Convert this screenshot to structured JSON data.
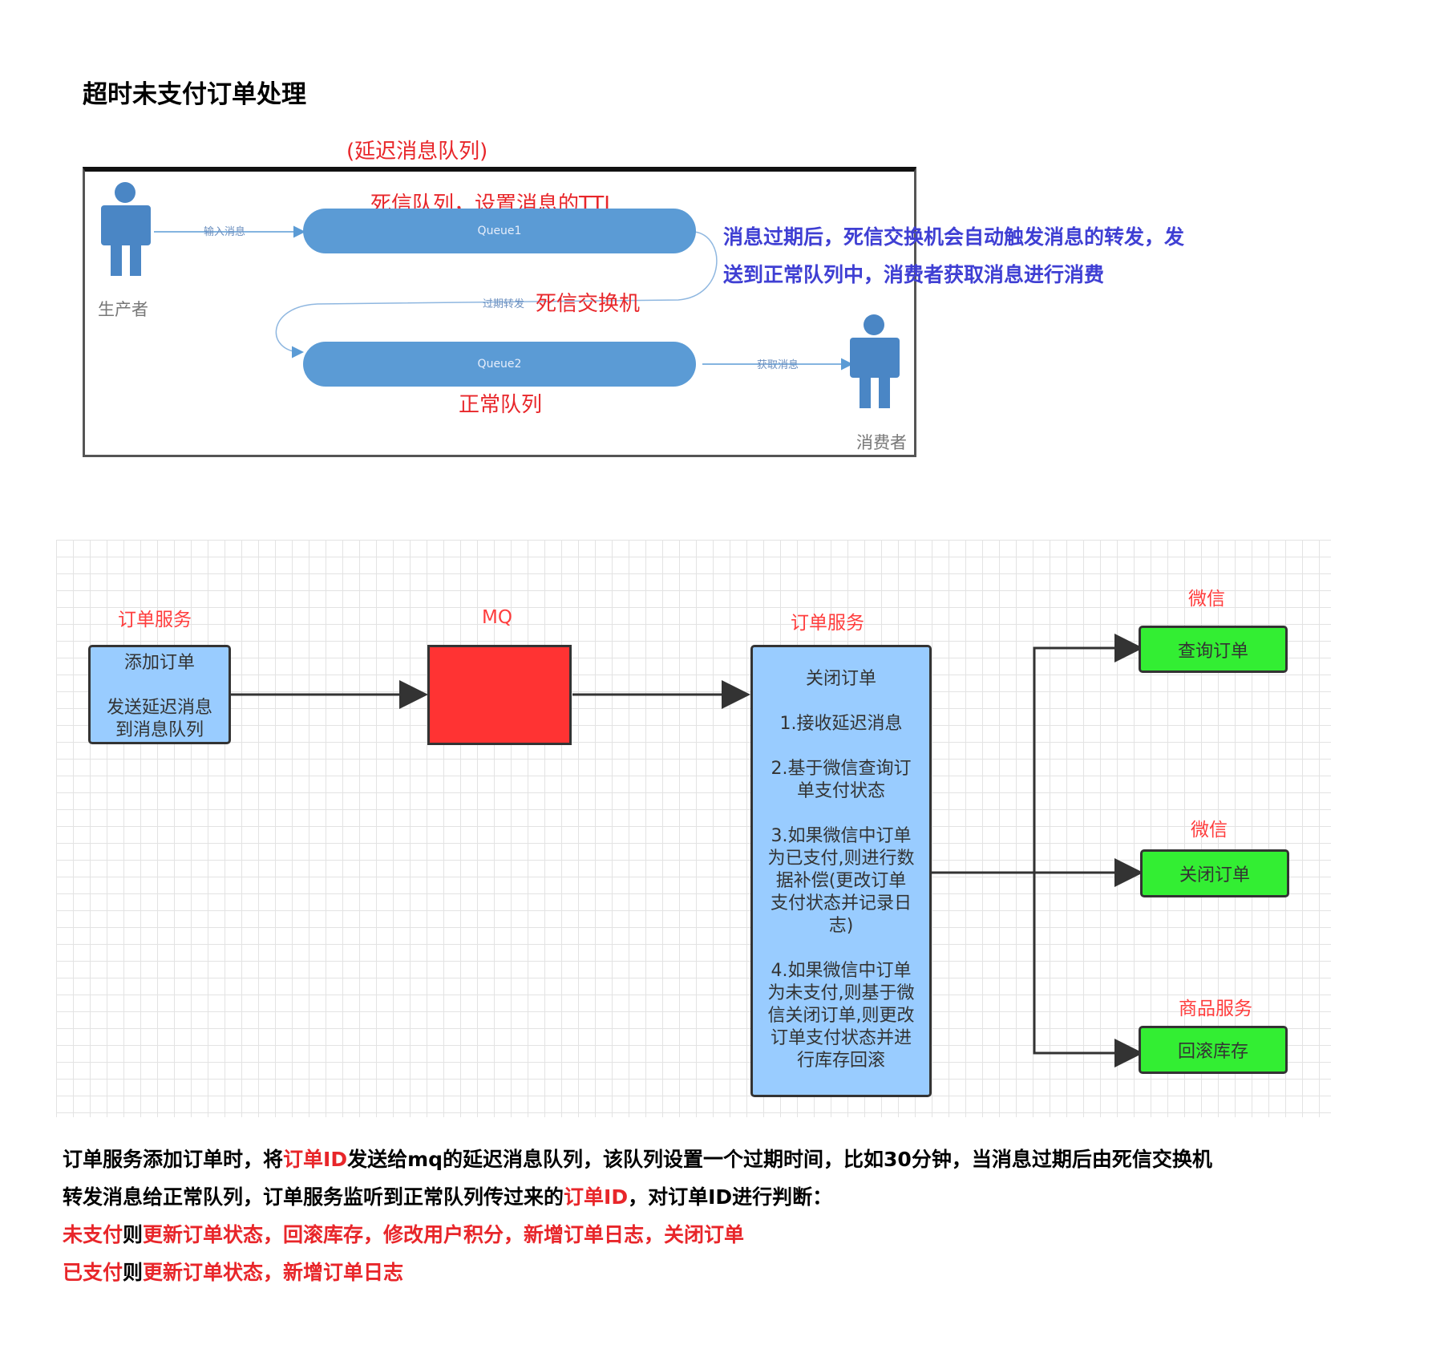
{
  "page_title": "超时未支付订单处理",
  "top_diagram": {
    "delay_queue_label": "(延迟消息队列)",
    "dead_letter_queue_label": "死信队列，设置消息的TTL",
    "dead_letter_exchange_label": "死信交换机",
    "normal_queue_label": "正常队列",
    "queue1": "Queue1",
    "queue2": "Queue2",
    "producer": "生产者",
    "consumer": "消费者",
    "input_msg": "输入消息",
    "expire_forward": "过期转发",
    "get_msg": "获取消息",
    "note_line1": "消息过期后，死信交换机会自动触发消息的转发，发",
    "note_line2": "送到正常队列中，消费者获取消息进行消费"
  },
  "bottom_diagram": {
    "order_service_1_label": "订单服务",
    "order_service_1_box": "添加订单\n\n发送延迟消息\n到消息队列",
    "mq_label": "MQ",
    "order_service_2_label": "订单服务",
    "order_service_2_box": "关闭订单\n\n1.接收延迟消息\n\n2.基于微信查询订\n单支付状态\n\n3.如果微信中订单\n为已支付,则进行数\n据补偿(更改订单\n支付状态并记录日\n志)\n\n4.如果微信中订单\n为未支付,则基于微\n信关闭订单,则更改\n订单支付状态并进\n行库存回滚",
    "wechat_label_1": "微信",
    "wechat_box_1": "查询订单",
    "wechat_label_2": "微信",
    "wechat_box_2": "关闭订单",
    "goods_label": "商品服务",
    "goods_box": "回滚库存"
  },
  "paragraph": {
    "p1_a": "订单服务添加订单时，将",
    "p1_b": "订单ID",
    "p1_c": "发送给mq的延迟消息队列，该队列设置一个过期时间，比如30分钟，当消息过期后由死信交换机",
    "p2_a": "转发消息给正常队列，订单服务监听到正常队列传过来的",
    "p2_b": "订单ID",
    "p2_c": "，对订单ID进行判断：",
    "p3_a": "未支付",
    "p3_b": "则",
    "p3_c": "更新订单状态，回滚库存，修改用户积分，新增订单日志，关闭订单",
    "p4_a": "已支付",
    "p4_b": "则",
    "p4_c": "更新订单状态，新增订单日志"
  },
  "colors": {
    "highlight_red": "#e8262a",
    "note_blue": "#3f3fd3",
    "queue_blue": "#5b9bd5",
    "box_blue": "#99ccff",
    "mq_red": "#ff3333",
    "green": "#33ee33"
  }
}
